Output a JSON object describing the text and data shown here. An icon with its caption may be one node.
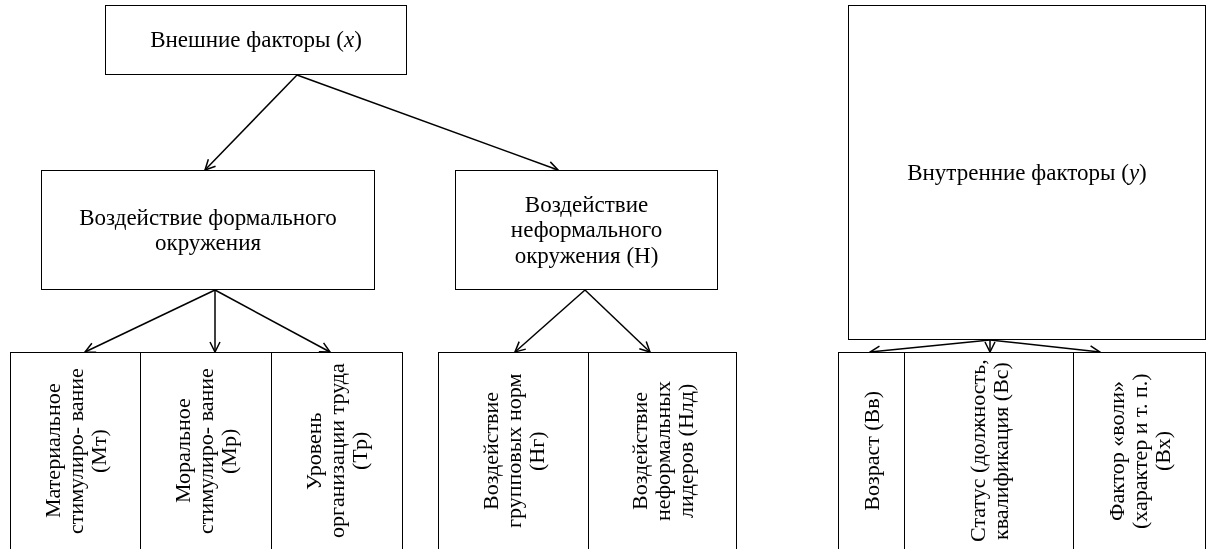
{
  "diagram": {
    "nodes": [
      {
        "text": [
          "Внешние факторы (*x*)"
        ]
      },
      {
        "text": [
          "Воздействие формального окружения"
        ]
      },
      {
        "text": [
          "Воздействие неформального окружения (Н)"
        ]
      },
      {
        "text": [
          "Внутренние факторы (*y*)"
        ]
      },
      {
        "text": [
          "Материальное стимулиро- вание (Мт)"
        ]
      },
      {
        "text": [
          "Моральное стимулиро- вание (Мр)"
        ]
      },
      {
        "text": [
          "Уровень организации труда (Тр)"
        ]
      },
      {
        "text": [
          "Воздействие групповых норм (Нг)"
        ]
      },
      {
        "text": [
          "Воздействие неформальных лидеров (Нлд)"
        ]
      },
      {
        "text": [
          "Возраст (Вв)"
        ]
      },
      {
        "text": [
          "Статус (должность, квалификация (Вс)"
        ]
      },
      {
        "text": [
          "Фактор «воли» (характер и т. п.) (Вх)"
        ]
      }
    ],
    "edges": [
      {
        "from": 0,
        "to": 1,
        "arrow": "to"
      },
      {
        "from": 0,
        "to": 2,
        "arrow": "to"
      },
      {
        "from": 1,
        "to": 4,
        "arrow": "to"
      },
      {
        "from": 1,
        "to": 5,
        "arrow": "to"
      },
      {
        "from": 1,
        "to": 6,
        "arrow": "to"
      },
      {
        "from": 2,
        "to": 7,
        "arrow": "to"
      },
      {
        "from": 2,
        "to": 8,
        "arrow": "to"
      },
      {
        "from": 3,
        "to": 9,
        "arrow": "to"
      },
      {
        "from": 3,
        "to": 10,
        "arrow": "to"
      },
      {
        "from": 3,
        "to": 11,
        "arrow": "to"
      }
    ]
  }
}
